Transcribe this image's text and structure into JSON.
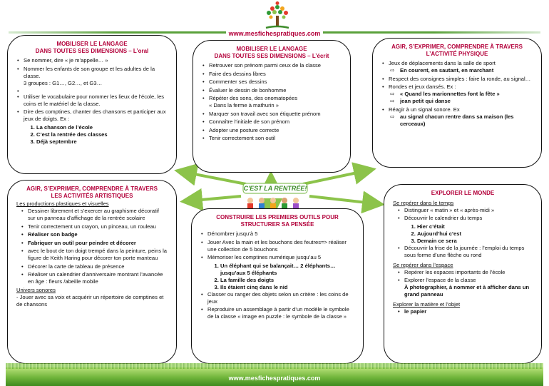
{
  "site": {
    "url_top": "www.mesfichespratiques.com",
    "url_bottom": "www.mesfichespratiques.com"
  },
  "center_label": "C'EST LA RENTRÉE!",
  "box1": {
    "title_l1": "MOBILISER  LE LANGAGE",
    "title_l2": "DANS TOUTES  SES DIMENSIONS  – L’oral",
    "items": [
      "Se nommer, dire « je m’appelle… »",
      "Nommer les enfants de son groupe et les adultes de la classe.",
      "3 groupes : G1…, G2…, et G3…",
      "Utiliser le vocabulaire pour nommer les lieux de l’école, les coins et le matériel de la classe.",
      "Dire des comptines, chanter des chansons et participer aux jeux de doigts. Ex :"
    ],
    "sub": [
      "La chanson de l’école",
      "C’est la rentrée des classes",
      "Déjà septembre"
    ]
  },
  "box2": {
    "title_l1": "MOBILISER  LE LANGAGE",
    "title_l2": "DANS TOUTES  SES DIMENSIONS  – L’écrit",
    "items": [
      "Retrouver son prénom parmi ceux de la classe",
      "Faire des dessins libres",
      "Commenter ses dessins",
      "Évaluer le dessin de bonhomme",
      "Répéter des sons, des onomatopées",
      "« Dans la ferme à mathurin »",
      "Marquer son travail avec son étiquette prénom",
      "Connaître l’initiale de son prénom",
      "Adopter une posture correcte",
      "Tenir correctement son outil"
    ]
  },
  "box3": {
    "title_l1": "AGIR, S’EXPRIMER,  COMPRENDRE À TRAVERS",
    "title_l2": "L’ACTIVITÉ  PHYSIQUE",
    "i1": "Jeux de déplacements dans la salle de sport",
    "i1a": "En courent, en sautant, en marchant",
    "i2": "Respect des consignes simples : faire la ronde, au signal…",
    "i3": "Rondes et jeux dansés. Ex :",
    "i3a": "« Quand les marionnettes font la fête »",
    "i3b": "jean petit qui danse",
    "i4": "Réagir à un signal sonore. Ex",
    "i4a": "au signal chacun rentre dans sa maison (les cerceaux)"
  },
  "box4": {
    "title_l1": "AGIR, S’EXPRIMER,  COMPRENDRE À TRAVERS",
    "title_l2": "LES ACTIVITÉS  ARTISTIQUES",
    "subtitle1": "Les productions plastiques et visuelles",
    "items": [
      "Dessiner librement et s’exercer au graphisme décoratif sur un panneau d’affichage de la rentrée scolaire",
      "Tenir correctement un crayon, un pinceau, un rouleau",
      "Réaliser son badge",
      "Fabriquer un outil pour peindre et décorer",
      "avec le bout de ton doigt trempé dans la peinture, peins la figure de Keith Haring pour décorer ton porte manteau",
      "Décorer la carte de tableau de présence",
      "Réaliser un calendrier d’anniversaire  montrant l’avancée en âge : fleurs /abeille mobile"
    ],
    "subtitle2": "Univers sonores",
    "sonore": "- Jouer avec sa voix et acquérir un répertoire de comptines et de chansons"
  },
  "box5": {
    "title_l1": "CONSTRUIRE  LES PREMIERS  OUTILS POUR",
    "title_l2": "STRUCTURER  SA PENSÉE",
    "i1": "Dénombrer jusqu’à 5",
    "i2": "Jouer Avec la main et les bouchons des feutres=> réaliser une collection de 5 bouchons",
    "i3": "Mémoriser les comptines  numérique  jusqu’au 5",
    "sub": [
      "Un éléphant qui se balançait…  2 éléphants…jusqu’aux  5 éléphants",
      "La famille des doigts",
      "Ils étaient cinq dans le nid"
    ],
    "i4": "Classer ou ranger des objets selon un critère : les coins de jeux",
    "i5": "Reproduire un assemblage à partir  d’un modèle le symbole de la classe « image en puzzle : le symbole de la classe »"
  },
  "box6": {
    "title": "EXPLORER  LE MONDE",
    "s1": "Se repérer dans le temps",
    "s1_i1": "Distinguer « matin » et « après-midi »",
    "s1_i2": "Découvrir le calendrier du temps",
    "s1_sub": [
      "Hier c’était",
      "Aujourd’hui  c’est",
      "Demain  ce sera"
    ],
    "s1_i3": "Découvrir la frise de la journée : l’emploi du temps sous forme d’une flèche ou rond",
    "s2": "Se repérer dans l’espace",
    "s2_i1": "Repérer les espaces importants de l’école",
    "s2_i2": "Explorer l’espace de la classe",
    "s2_i2b": "À photographier, à nommer et à afficher dans un grand  panneau",
    "s3": "Explorer la matière et l’objet",
    "s3_i1": "le papier"
  }
}
